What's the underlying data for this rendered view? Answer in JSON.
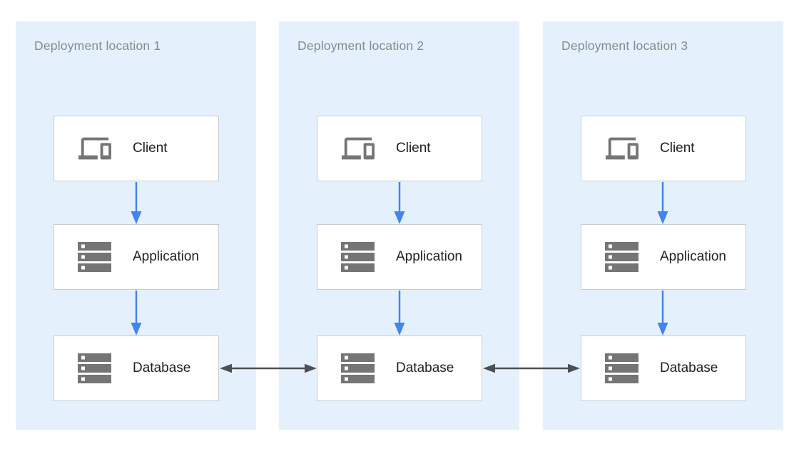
{
  "diagram": {
    "description": "Three deployment locations, each with a Client, Application and Database tier; databases replicate to each other across locations",
    "panels": [
      {
        "title": "Deployment location 1",
        "nodes": [
          {
            "label": "Client",
            "icon": "devices-icon"
          },
          {
            "label": "Application",
            "icon": "server-stack-icon"
          },
          {
            "label": "Database",
            "icon": "server-stack-icon"
          }
        ]
      },
      {
        "title": "Deployment location 2",
        "nodes": [
          {
            "label": "Client",
            "icon": "devices-icon"
          },
          {
            "label": "Application",
            "icon": "server-stack-icon"
          },
          {
            "label": "Database",
            "icon": "server-stack-icon"
          }
        ]
      },
      {
        "title": "Deployment location 3",
        "nodes": [
          {
            "label": "Client",
            "icon": "devices-icon"
          },
          {
            "label": "Application",
            "icon": "server-stack-icon"
          },
          {
            "label": "Database",
            "icon": "server-stack-icon"
          }
        ]
      }
    ],
    "edges": [
      {
        "from": "client-1",
        "to": "application-1",
        "type": "arrow-down",
        "color": "#4583f1"
      },
      {
        "from": "application-1",
        "to": "database-1",
        "type": "arrow-down",
        "color": "#4583f1"
      },
      {
        "from": "client-2",
        "to": "application-2",
        "type": "arrow-down",
        "color": "#4583f1"
      },
      {
        "from": "application-2",
        "to": "database-2",
        "type": "arrow-down",
        "color": "#4583f1"
      },
      {
        "from": "client-3",
        "to": "application-3",
        "type": "arrow-down",
        "color": "#4583f1"
      },
      {
        "from": "application-3",
        "to": "database-3",
        "type": "arrow-down",
        "color": "#4583f1"
      },
      {
        "from": "database-1",
        "to": "database-2",
        "type": "bidirectional",
        "color": "#4d4f52"
      },
      {
        "from": "database-2",
        "to": "database-3",
        "type": "bidirectional",
        "color": "#4d4f52"
      }
    ],
    "colors": {
      "panel_background": "#e4f1fc",
      "panel_title_text": "#85898d",
      "node_border": "#c9cccf",
      "node_label_text": "#212124",
      "icon_gray": "#757575",
      "arrow_blue": "#4583f1",
      "arrow_dark": "#4d4f52"
    }
  }
}
